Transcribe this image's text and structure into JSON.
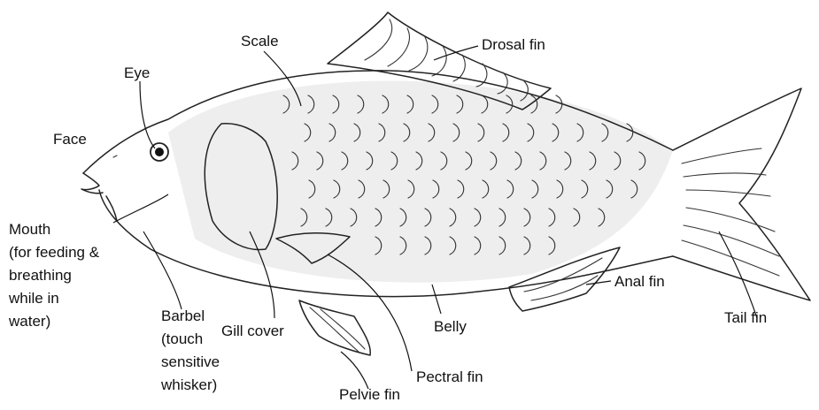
{
  "labels": {
    "scale": "Scale",
    "eye": "Eye",
    "drosal_fin": "Drosal fin",
    "face": "Face",
    "mouth": [
      "Mouth",
      "(for feeding &",
      "breathing",
      "while in",
      "water)"
    ],
    "barbel": [
      "Barbel",
      "(touch",
      "sensitive",
      "whisker)"
    ],
    "gill_cover": "Gill cover",
    "belly": "Belly",
    "anal_fin": "Anal fin",
    "tail_fin": "Tail fin",
    "pectral_fin": "Pectral fin",
    "pelvic_fin": "Pelvie fin"
  }
}
